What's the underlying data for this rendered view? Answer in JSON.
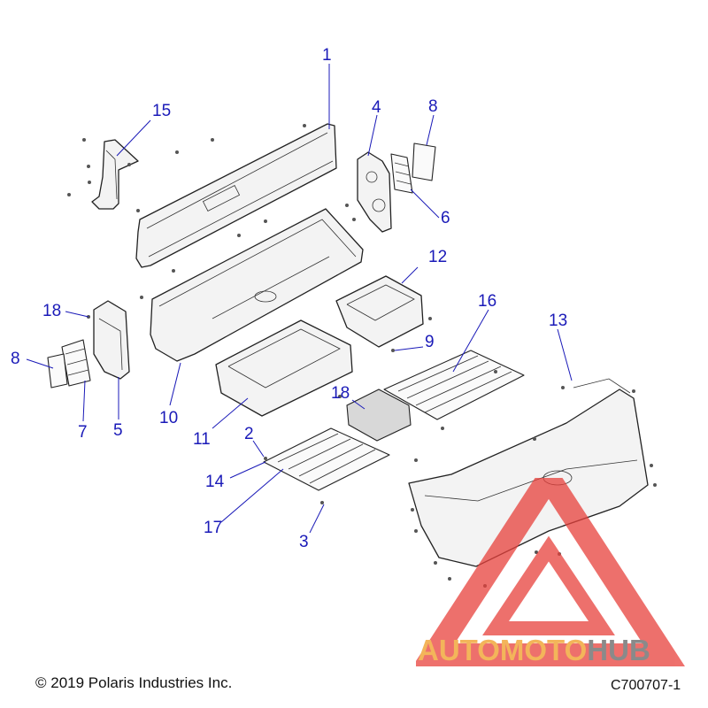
{
  "diagram": {
    "callouts": [
      {
        "label": "1"
      },
      {
        "label": "2"
      },
      {
        "label": "3"
      },
      {
        "label": "4"
      },
      {
        "label": "5"
      },
      {
        "label": "6"
      },
      {
        "label": "7"
      },
      {
        "label": "8"
      },
      {
        "label": "8"
      },
      {
        "label": "9"
      },
      {
        "label": "10"
      },
      {
        "label": "11"
      },
      {
        "label": "12"
      },
      {
        "label": "13"
      },
      {
        "label": "14"
      },
      {
        "label": "15"
      },
      {
        "label": "16"
      },
      {
        "label": "17"
      },
      {
        "label": "18"
      },
      {
        "label": "18"
      }
    ]
  },
  "footer": {
    "copyright": "© 2019 Polaris Industries Inc.",
    "figure_code": "C700707-1"
  },
  "watermark": {
    "brand_part1": "AUTOMOTO",
    "brand_part2": "HUB",
    "color_primary": "#e8413c",
    "color_secondary": "#f3b55a",
    "color_tertiary": "#8a8a8a"
  },
  "colors": {
    "callout": "#1a1ab8"
  }
}
